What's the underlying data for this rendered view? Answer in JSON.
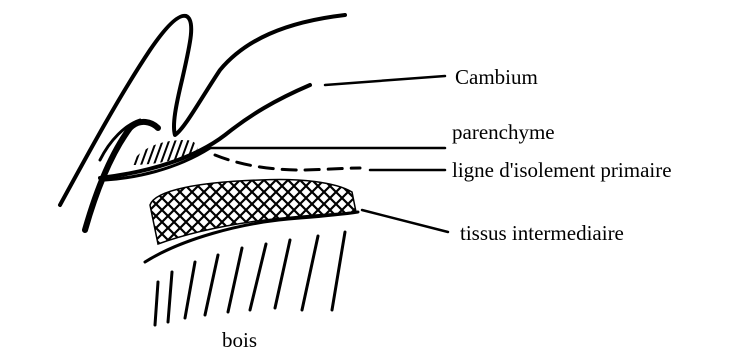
{
  "labels": {
    "cambium": "Cambium",
    "parenchyme": "parenchyme",
    "ligne": "ligne d'isolement  primaire",
    "tissus": "tissus intermediaire",
    "bois": "bois"
  },
  "colors": {
    "ink": "#000000",
    "background": "#ffffff"
  }
}
